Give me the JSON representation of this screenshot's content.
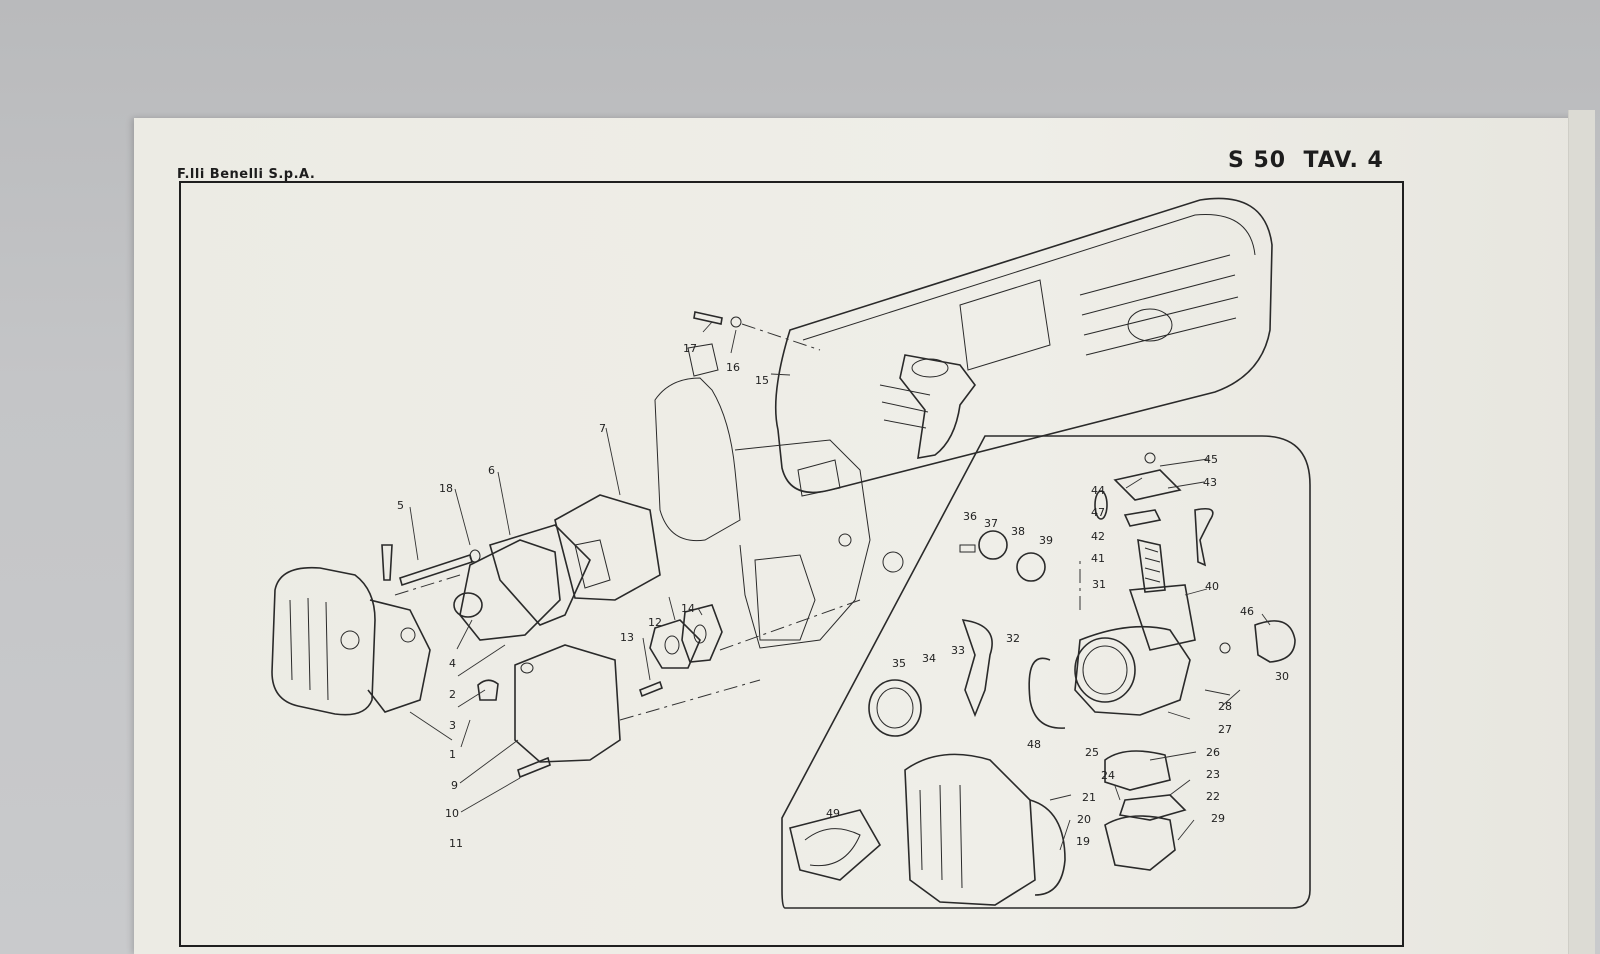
{
  "header": {
    "manufacturer": "F.lli Benelli S.p.A.",
    "plate": "S 50  TAV. 4"
  },
  "diagram": {
    "part_numbers": [
      "1",
      "2",
      "3",
      "4",
      "5",
      "6",
      "7",
      "9",
      "10",
      "11",
      "12",
      "13",
      "14",
      "15",
      "16",
      "17",
      "18",
      "19",
      "20",
      "21",
      "22",
      "23",
      "24",
      "25",
      "26",
      "27",
      "28",
      "29",
      "30",
      "31",
      "32",
      "33",
      "34",
      "35",
      "36",
      "37",
      "38",
      "39",
      "40",
      "41",
      "42",
      "43",
      "44",
      "45",
      "46",
      "47",
      "48",
      "49"
    ]
  },
  "colors": {
    "paper": "#efeee8",
    "ink": "#1f1f1f",
    "background": "#c4c5c7"
  }
}
